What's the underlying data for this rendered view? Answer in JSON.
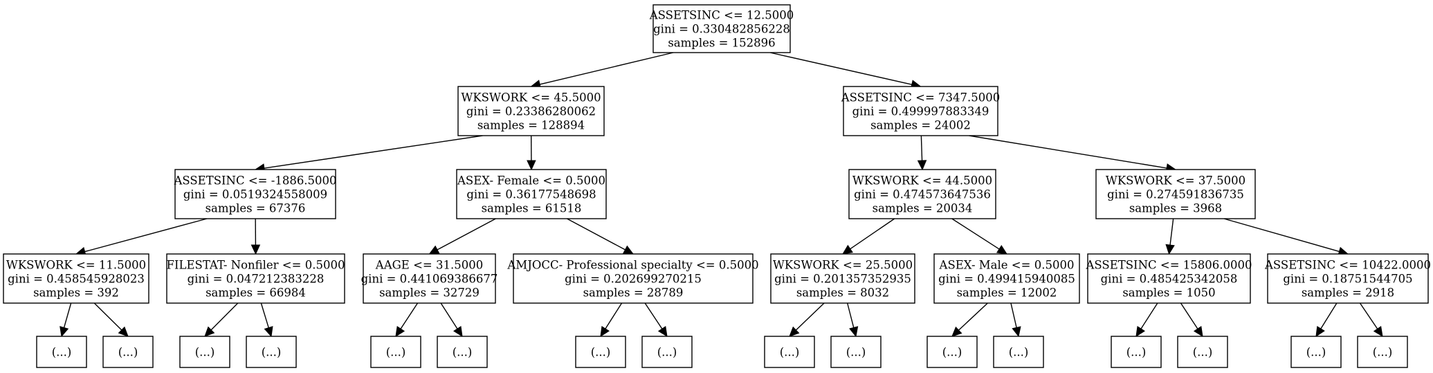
{
  "tree": {
    "nodes": [
      {
        "id": "n0",
        "lines": [
          "ASSETSINC <= 12.5000",
          "gini = 0.330482856228",
          "samples = 152896"
        ]
      },
      {
        "id": "n1",
        "lines": [
          "WKSWORK <= 45.5000",
          "gini = 0.23386280062",
          "samples = 128894"
        ]
      },
      {
        "id": "n2",
        "lines": [
          "ASSETSINC <= 7347.5000",
          "gini = 0.499997883349",
          "samples = 24002"
        ]
      },
      {
        "id": "n3",
        "lines": [
          "ASSETSINC <= -1886.5000",
          "gini = 0.0519324558009",
          "samples = 67376"
        ]
      },
      {
        "id": "n4",
        "lines": [
          "ASEX- Female <= 0.5000",
          "gini = 0.36177548698",
          "samples = 61518"
        ]
      },
      {
        "id": "n5",
        "lines": [
          "WKSWORK <= 44.5000",
          "gini = 0.474573647536",
          "samples = 20034"
        ]
      },
      {
        "id": "n6",
        "lines": [
          "WKSWORK <= 37.5000",
          "gini = 0.274591836735",
          "samples = 3968"
        ]
      },
      {
        "id": "n7",
        "lines": [
          "WKSWORK <= 11.5000",
          "gini = 0.458545928023",
          "samples = 392"
        ]
      },
      {
        "id": "n8",
        "lines": [
          "FILESTAT- Nonfiler <= 0.5000",
          "gini = 0.047212383228",
          "samples = 66984"
        ]
      },
      {
        "id": "n9",
        "lines": [
          "AAGE <= 31.5000",
          "gini = 0.441069386677",
          "samples = 32729"
        ]
      },
      {
        "id": "n10",
        "lines": [
          "AMJOCC- Professional specialty <= 0.5000",
          "gini = 0.202699270215",
          "samples = 28789"
        ]
      },
      {
        "id": "n11",
        "lines": [
          "WKSWORK <= 25.5000",
          "gini = 0.201357352935",
          "samples = 8032"
        ]
      },
      {
        "id": "n12",
        "lines": [
          "ASEX- Male <= 0.5000",
          "gini = 0.499415940085",
          "samples = 12002"
        ]
      },
      {
        "id": "n13",
        "lines": [
          "ASSETSINC <= 15806.0000",
          "gini = 0.485425342058",
          "samples = 1050"
        ]
      },
      {
        "id": "n14",
        "lines": [
          "ASSETSINC <= 10422.0000",
          "gini = 0.18751544705",
          "samples = 2918"
        ]
      },
      {
        "id": "l0",
        "lines": [
          "(...)"
        ]
      },
      {
        "id": "l1",
        "lines": [
          "(...)"
        ]
      },
      {
        "id": "l2",
        "lines": [
          "(...)"
        ]
      },
      {
        "id": "l3",
        "lines": [
          "(...)"
        ]
      },
      {
        "id": "l4",
        "lines": [
          "(...)"
        ]
      },
      {
        "id": "l5",
        "lines": [
          "(...)"
        ]
      },
      {
        "id": "l6",
        "lines": [
          "(...)"
        ]
      },
      {
        "id": "l7",
        "lines": [
          "(...)"
        ]
      },
      {
        "id": "l8",
        "lines": [
          "(...)"
        ]
      },
      {
        "id": "l9",
        "lines": [
          "(...)"
        ]
      },
      {
        "id": "l10",
        "lines": [
          "(...)"
        ]
      },
      {
        "id": "l11",
        "lines": [
          "(...)"
        ]
      },
      {
        "id": "l12",
        "lines": [
          "(...)"
        ]
      },
      {
        "id": "l13",
        "lines": [
          "(...)"
        ]
      },
      {
        "id": "l14",
        "lines": [
          "(...)"
        ]
      },
      {
        "id": "l15",
        "lines": [
          "(...)"
        ]
      }
    ],
    "edges": [
      [
        "n0",
        "n1"
      ],
      [
        "n0",
        "n2"
      ],
      [
        "n1",
        "n3"
      ],
      [
        "n1",
        "n4"
      ],
      [
        "n2",
        "n5"
      ],
      [
        "n2",
        "n6"
      ],
      [
        "n3",
        "n7"
      ],
      [
        "n3",
        "n8"
      ],
      [
        "n4",
        "n9"
      ],
      [
        "n4",
        "n10"
      ],
      [
        "n5",
        "n11"
      ],
      [
        "n5",
        "n12"
      ],
      [
        "n6",
        "n13"
      ],
      [
        "n6",
        "n14"
      ],
      [
        "n7",
        "l0"
      ],
      [
        "n7",
        "l1"
      ],
      [
        "n8",
        "l2"
      ],
      [
        "n8",
        "l3"
      ],
      [
        "n9",
        "l4"
      ],
      [
        "n9",
        "l5"
      ],
      [
        "n10",
        "l6"
      ],
      [
        "n10",
        "l7"
      ],
      [
        "n11",
        "l8"
      ],
      [
        "n11",
        "l9"
      ],
      [
        "n12",
        "l10"
      ],
      [
        "n12",
        "l11"
      ],
      [
        "n13",
        "l12"
      ],
      [
        "n13",
        "l13"
      ],
      [
        "n14",
        "l14"
      ],
      [
        "n14",
        "l15"
      ]
    ]
  }
}
